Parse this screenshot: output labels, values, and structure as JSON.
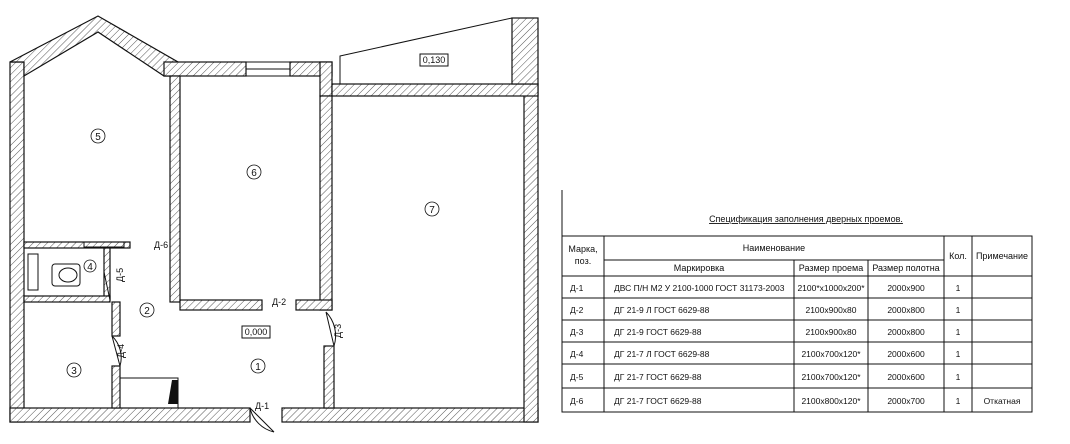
{
  "plan": {
    "rooms": [
      "5",
      "6",
      "7",
      "4",
      "2",
      "3",
      "1"
    ],
    "elevations": [
      "0,130",
      "0,000"
    ],
    "door_marks": [
      "Д-1",
      "Д-2",
      "Д-3",
      "Д-4",
      "Д-5",
      "Д-6"
    ]
  },
  "spec": {
    "title": "Спецификация заполнения дверных проемов.",
    "headers": {
      "mark": "Марка, поз.",
      "name": "Наименование",
      "marking": "Маркировка",
      "opening": "Размер проема",
      "leaf": "Размер полотна",
      "qty": "Кол.",
      "note": "Примечание"
    },
    "rows": [
      {
        "mark": "Д-1",
        "marking": "ДВС П/Н  М2 У 2100-1000 ГОСТ 31173-2003",
        "opening": "2100*х1000х200*",
        "leaf": "2000х900",
        "qty": "1",
        "note": ""
      },
      {
        "mark": "Д-2",
        "marking": "ДГ 21-9 Л  ГОСТ 6629-88",
        "opening": "2100х900х80",
        "leaf": "2000х800",
        "qty": "1",
        "note": ""
      },
      {
        "mark": "Д-3",
        "marking": "ДГ 21-9   ГОСТ 6629-88",
        "opening": "2100х900х80",
        "leaf": "2000х800",
        "qty": "1",
        "note": ""
      },
      {
        "mark": "Д-4",
        "marking": "ДГ 21-7 Л  ГОСТ 6629-88",
        "opening": "2100х700х120*",
        "leaf": "2000х600",
        "qty": "1",
        "note": ""
      },
      {
        "mark": "Д-5",
        "marking": "ДГ 21-7  ГОСТ 6629-88",
        "opening": "2100х700х120*",
        "leaf": "2000х600",
        "qty": "1",
        "note": ""
      },
      {
        "mark": "Д-6",
        "marking": "ДГ 21-7  ГОСТ 6629-88",
        "opening": "2100х800х120*",
        "leaf": "2000х700",
        "qty": "1",
        "note": "Откатная"
      }
    ]
  }
}
